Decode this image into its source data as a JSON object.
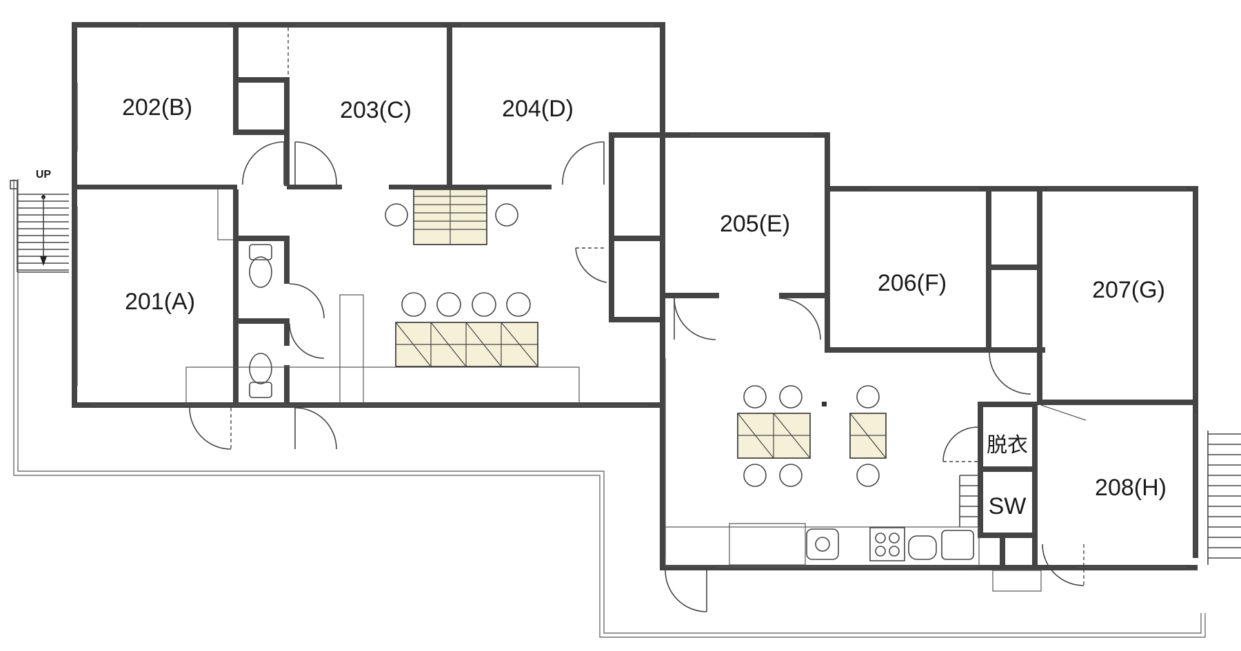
{
  "rooms": {
    "r201": "201(A)",
    "r202": "202(B)",
    "r203": "203(C)",
    "r204": "204(D)",
    "r205": "205(E)",
    "r206": "206(F)",
    "r207": "207(G)",
    "r208": "208(H)",
    "changing": "脱衣",
    "shower": "SW"
  },
  "stair_label": "UP",
  "colors": {
    "wall": "#444444",
    "table": "#f5f0d8",
    "background": "#ffffff"
  }
}
